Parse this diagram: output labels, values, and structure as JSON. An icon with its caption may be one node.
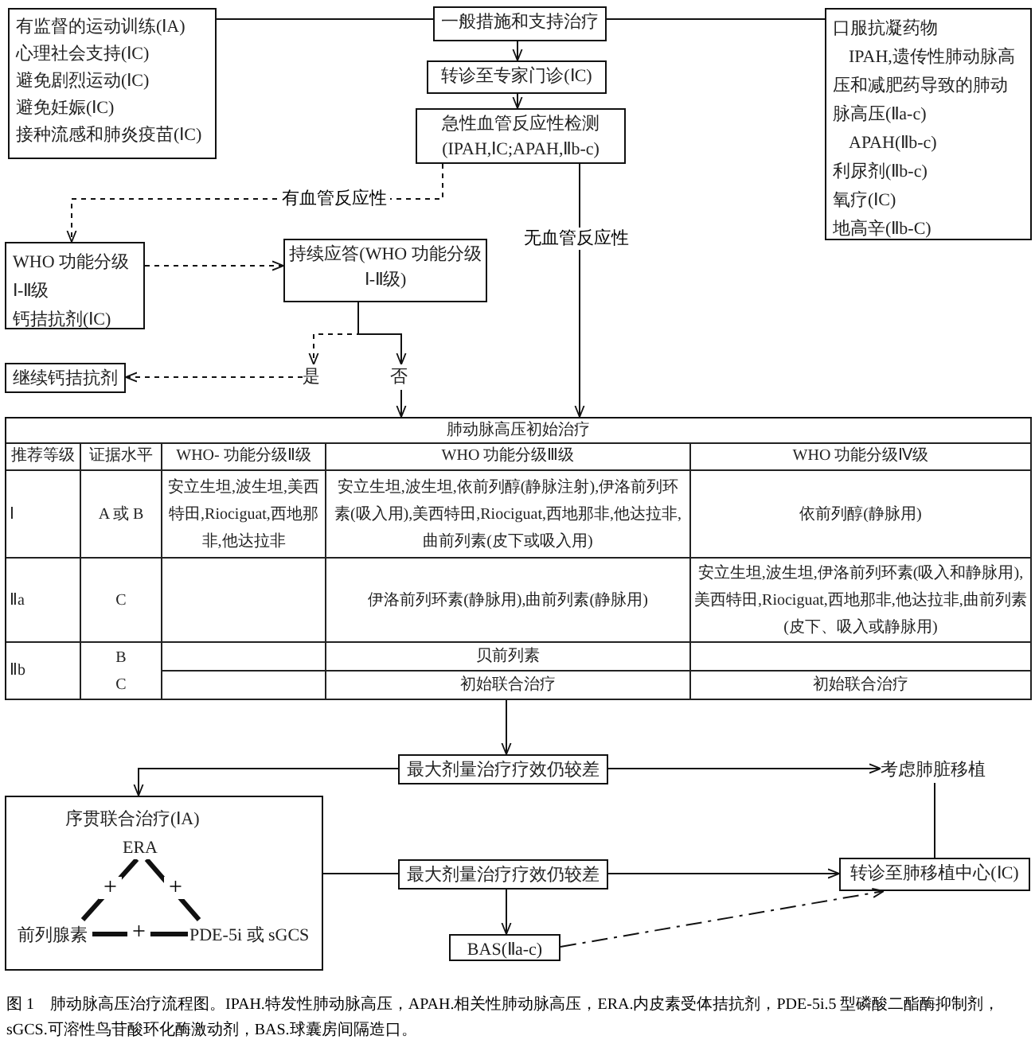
{
  "diagram": {
    "caption": "图 1　肺动脉高压治疗流程图。IPAH.特发性肺动脉高压，APAH.相关性肺动脉高压，ERA.内皮素受体拮抗剂，PDE-5i.5 型磷酸二酯酶抑制剂，sGCS.可溶性鸟苷酸环化酶激动剂，BAS.球囊房间隔造口。",
    "nodes": [
      {
        "text": [
          "有监督的运动训练(ⅠA)",
          "心理社会支持(ⅠC)",
          "避免剧烈运动(ⅠC)",
          "避免妊娠(ⅠC)",
          "接种流感和肺炎疫苗(ⅠC)"
        ]
      },
      {
        "text": [
          "一般措施和支持治疗"
        ]
      },
      {
        "text": [
          "口服抗凝药物",
          "IPAH,遗传性肺动脉高压和减肥药导致的肺动脉高压(Ⅱa-c)",
          "APAH(Ⅱb-c)",
          "利尿剂(Ⅱb-c)",
          "氧疗(ⅠC)",
          "地高辛(Ⅱb-C)"
        ]
      },
      {
        "text": [
          "转诊至专家门诊(ⅠC)"
        ]
      },
      {
        "text": [
          "急性血管反应性检测",
          "(IPAH,ⅠC;APAH,Ⅱb-c)"
        ]
      },
      {
        "text": [
          "WHO 功能分级Ⅰ-Ⅱ级",
          "钙拮抗剂(ⅠC)"
        ]
      },
      {
        "text": [
          "持续应答(WHO 功能分级Ⅰ-Ⅱ级)"
        ]
      },
      {
        "text": [
          "是"
        ]
      },
      {
        "text": [
          "否"
        ]
      },
      {
        "text": [
          "继续钙拮抗剂"
        ]
      },
      {
        "text": [
          "肺动脉高压初始治疗"
        ]
      },
      {
        "text": [
          "最大剂量治疗疗效仍较差"
        ]
      },
      {
        "text": [
          "考虑肺脏移植"
        ]
      },
      {
        "text": [
          "序贯联合治疗(ⅠA)"
        ]
      },
      {
        "text": [
          "ERA"
        ],
        "in": 13
      },
      {
        "text": [
          "前列腺素"
        ],
        "in": 13
      },
      {
        "text": [
          "PDE-5i 或 sGCS"
        ],
        "in": 13
      },
      {
        "text": [
          "最大剂量治疗疗效仍较差"
        ]
      },
      {
        "text": [
          "转诊至肺移植中心(ⅠC)"
        ]
      },
      {
        "text": [
          "BAS(Ⅱa-c)"
        ]
      }
    ],
    "edges": [
      {
        "from": 0,
        "to": 1,
        "arrow": "none"
      },
      {
        "from": 1,
        "to": 2,
        "arrow": "none"
      },
      {
        "from": 1,
        "to": 3,
        "arrow": "to"
      },
      {
        "from": 3,
        "to": 4,
        "arrow": "to"
      },
      {
        "from": 4,
        "to": 5,
        "arrow": "to",
        "label": "有血管反应性",
        "style": "dashed"
      },
      {
        "from": 4,
        "to": 10,
        "arrow": "to",
        "label": "无血管反应性"
      },
      {
        "from": 5,
        "to": 6,
        "arrow": "to",
        "style": "dashed"
      },
      {
        "from": 6,
        "to": 7,
        "arrow": "to",
        "style": "dashed"
      },
      {
        "from": 6,
        "to": 8,
        "arrow": "to"
      },
      {
        "from": 7,
        "to": 9,
        "arrow": "to",
        "style": "dashed"
      },
      {
        "from": 8,
        "to": 10,
        "arrow": "to"
      },
      {
        "from": 10,
        "to": 11,
        "arrow": "to"
      },
      {
        "from": 11,
        "to": 13,
        "arrow": "to"
      },
      {
        "from": 11,
        "to": 12,
        "arrow": "to"
      },
      {
        "from": 12,
        "to": 18,
        "arrow": "none"
      },
      {
        "from": 14,
        "to": 15,
        "arrow": "none",
        "label": "+",
        "style": "thick"
      },
      {
        "from": 14,
        "to": 16,
        "arrow": "none",
        "label": "+",
        "style": "thick"
      },
      {
        "from": 15,
        "to": 16,
        "arrow": "none",
        "label": "+",
        "style": "thick"
      },
      {
        "from": 13,
        "to": 17,
        "arrow": "none"
      },
      {
        "from": 17,
        "to": 18,
        "arrow": "to"
      },
      {
        "from": 17,
        "to": 19,
        "arrow": "to"
      },
      {
        "from": 19,
        "to": 18,
        "arrow": "to",
        "style": "dashed"
      }
    ],
    "labels": [
      "推荐等级",
      "证据水平",
      "WHO- 功能分级Ⅱ级",
      "WHO 功能分级Ⅲ级",
      "WHO 功能分级Ⅳ级",
      "Ⅰ",
      "A 或 B",
      "安立生坦,波生坦,美西特田,Riociguat,西地那非,他达拉非",
      "安立生坦,波生坦,依前列醇(静脉注射),伊洛前列环素(吸入用),美西特田,Riociguat,西地那非,他达拉非,曲前列素(皮下或吸入用)",
      "依前列醇(静脉用)",
      "Ⅱa",
      "C",
      "伊洛前列环素(静脉用),曲前列素(静脉用)",
      "安立生坦,波生坦,伊洛前列环素(吸入和静脉用),美西特田,Riociguat,西地那非,他达拉非,曲前列素(皮下、吸入或静脉用)",
      "Ⅱb",
      "B",
      "C",
      "贝前列素",
      "初始联合治疗",
      "初始联合治疗"
    ]
  }
}
